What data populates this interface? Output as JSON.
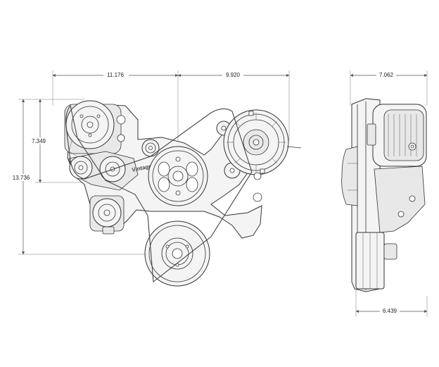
{
  "dimensions": {
    "front_left_width": "11.176",
    "front_right_width": "9.920",
    "front_upper_height": "7.349",
    "front_total_height": "13.736",
    "side_top_width": "7.062",
    "side_bottom_width": "6.439"
  },
  "brand_text": "Vintage"
}
